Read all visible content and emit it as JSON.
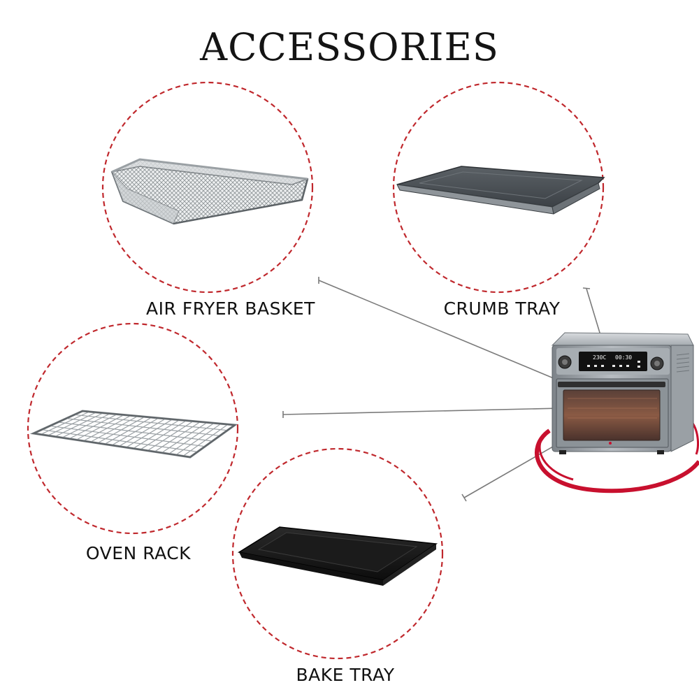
{
  "title": "ACCESSORIES",
  "accessories": [
    {
      "id": "air-fryer-basket",
      "label": "AIR FRYER BASKET"
    },
    {
      "id": "crumb-tray",
      "label": "CRUMB TRAY"
    },
    {
      "id": "oven-rack",
      "label": "OVEN RACK"
    },
    {
      "id": "bake-tray",
      "label": "BAKE TRAY"
    }
  ],
  "oven_display": {
    "left_readout": "230C",
    "right_readout": "00:30"
  },
  "colors": {
    "dashed_circle": "#c0282d",
    "accent_swoosh": "#c8102e",
    "leader_line": "#7a7a7a",
    "text": "#111111"
  },
  "icons": {
    "air_fryer_basket": "wire-mesh-basket",
    "crumb_tray": "flat-crumb-tray",
    "oven_rack": "wire-rack",
    "bake_tray": "black-baking-tray",
    "product": "air-fryer-oven"
  }
}
